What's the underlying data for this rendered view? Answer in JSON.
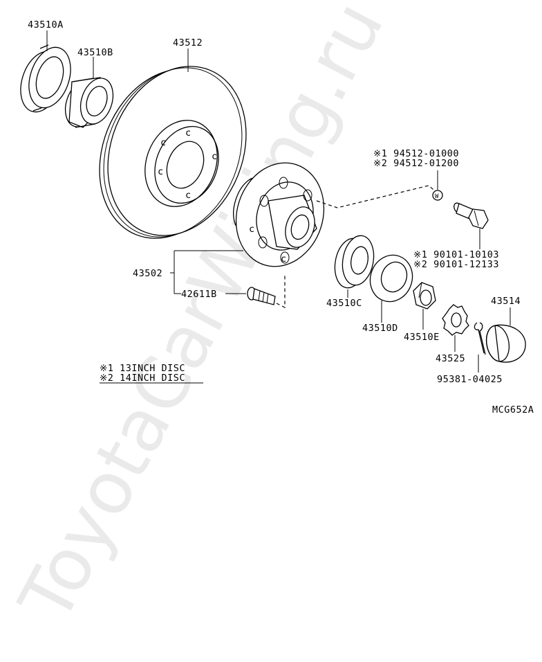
{
  "watermark": "ToyotaCarWiring.ru",
  "diagram_code": "MCG652A",
  "parts": {
    "p43510A": "43510A",
    "p43510B": "43510B",
    "p43512": "43512",
    "p43502": "43502",
    "p42611B": "42611B",
    "p43510C": "43510C",
    "p43510D": "43510D",
    "p43510E": "43510E",
    "p43525": "43525",
    "p95381": "95381-04025",
    "p43514": "43514"
  },
  "callouts": {
    "washer_line1": "※1  94512-01000",
    "washer_line2": "※2  94512-01200",
    "bolt_line1": "※1  90101-10103",
    "bolt_line2": "※2  90101-12133"
  },
  "legend": {
    "line1": "※1  13INCH DISC",
    "line2": "※2  14INCH DISC"
  },
  "washer_mark": "W"
}
